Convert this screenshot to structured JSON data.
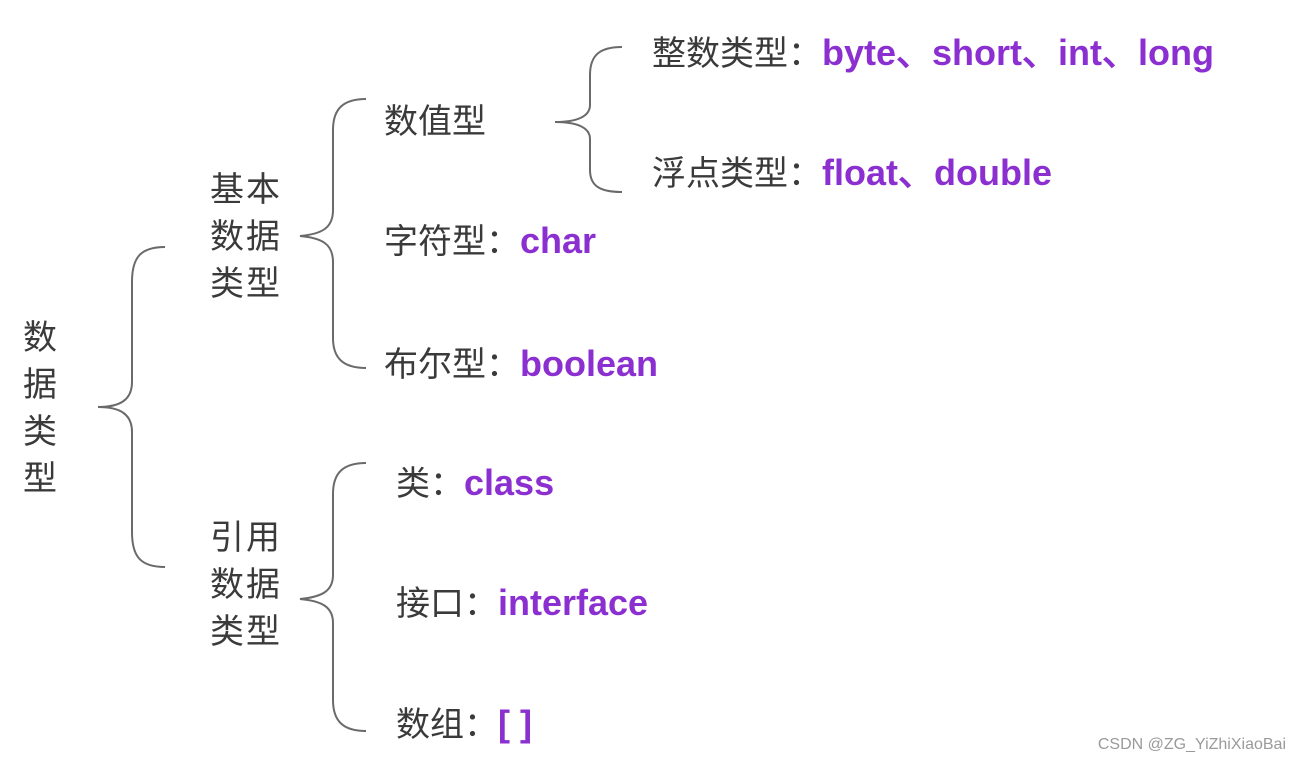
{
  "root": {
    "label": "数据类型"
  },
  "primitive": {
    "label": "基本数据类型",
    "numeric": {
      "label": "数值型",
      "integer": {
        "label": "整数类型",
        "sep": "：",
        "keywords": "byte、short、int、long"
      },
      "float": {
        "label": "浮点类型",
        "sep": "：",
        "keywords": "float、double"
      }
    },
    "char": {
      "label": "字符型",
      "sep": "：",
      "keywords": "char"
    },
    "boolean": {
      "label": "布尔型",
      "sep": "：",
      "keywords": "boolean"
    }
  },
  "reference": {
    "label": "引用数据类型",
    "class": {
      "label": "类",
      "sep": "：",
      "keywords": "class"
    },
    "interface": {
      "label": "接口",
      "sep": "：",
      "keywords": "interface"
    },
    "array": {
      "label": "数组",
      "sep": "：",
      "keywords": "[ ]"
    }
  },
  "colors": {
    "keyword": "#8b2fd0",
    "text": "#3a3a3a",
    "bracket": "#6a6a6a",
    "watermark": "#9a9a9a"
  },
  "watermark": "CSDN @ZG_YiZhiXiaoBai"
}
